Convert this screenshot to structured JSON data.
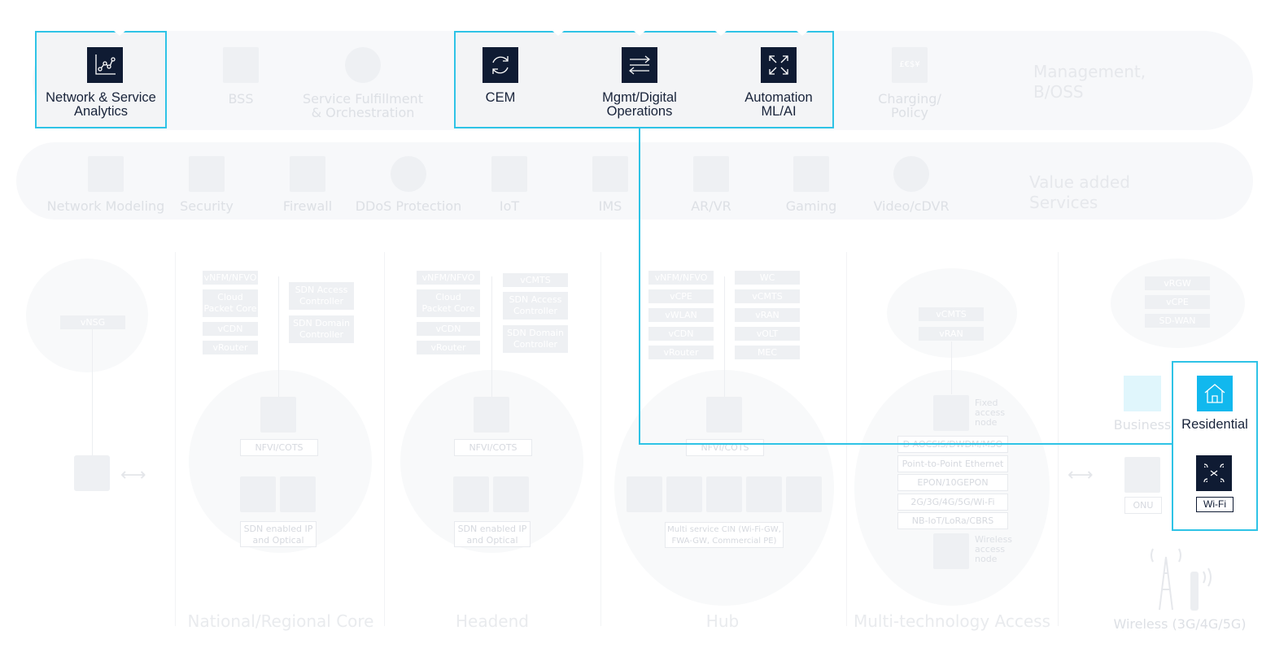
{
  "management": {
    "heading": "Management,\nB/OSS",
    "items": [
      {
        "label": "Network & Service\nAnalytics",
        "highlight": true
      },
      {
        "label": "BSS",
        "highlight": false
      },
      {
        "label": "Service Fulfillment\n& Orchestration",
        "highlight": false
      },
      {
        "label": "CEM",
        "highlight": true
      },
      {
        "label": "Mgmt/Digital\nOperations",
        "highlight": true
      },
      {
        "label": "Automation\nML/AI",
        "highlight": true
      },
      {
        "label": "Charging/\nPolicy",
        "highlight": false
      },
      {
        "label": "£€$¥",
        "highlight": false
      }
    ]
  },
  "value_added": {
    "heading": "Value added\nServices",
    "items": [
      "Network Modeling",
      "Security",
      "Firewall",
      "DDoS Protection",
      "IoT",
      "IMS",
      "AR/VR",
      "Gaming",
      "Video/cDVR"
    ]
  },
  "edge": {
    "vnsg": "vNSG"
  },
  "core": {
    "title": "National/Regional Core",
    "left_stack": [
      "vNFM/NFVO",
      "Cloud\nPacket Core",
      "vCDN",
      "vRouter"
    ],
    "right_stack": [
      "SDN Access\nController",
      "SDN Domain\nController"
    ],
    "nfvi": "NFVI/COTS",
    "sdn": "SDN enabled IP\nand Optical"
  },
  "headend": {
    "title": "Headend",
    "left_stack": [
      "vNFM/NFVO",
      "Cloud\nPacket Core",
      "vCDN",
      "vRouter"
    ],
    "right_stack": [
      "vCMTS",
      "SDN Access\nController",
      "SDN Domain\nController"
    ],
    "nfvi": "NFVI/COTS",
    "sdn": "SDN enabled IP\nand Optical"
  },
  "hub": {
    "title": "Hub",
    "left_stack": [
      "vNFM/NFVO",
      "vCPE",
      "vWLAN",
      "vCDN",
      "vRouter"
    ],
    "right_stack": [
      "WC",
      "vCMTS",
      "vRAN",
      "vOLT",
      "MEC"
    ],
    "nfvi": "NFVI/COTS",
    "cin": "Multi service CIN (Wi-Fi-GW,\nFWA-GW, Commercial PE)"
  },
  "access": {
    "title": "Multi-technology Access",
    "stack": [
      "vCMTS",
      "vRAN"
    ],
    "fixed_node": "Fixed\naccess\nnode",
    "techs": [
      "D AOCSIS/DWDM/MSO",
      "Point-to-Point Ethernet",
      "EPON/10GEPON",
      "2G/3G/4G/5G/Wi-Fi",
      "NB-IoT/LoRa/CBRS"
    ],
    "wireless_node": "Wireless\naccess\nnode"
  },
  "customer": {
    "stack": [
      "vRGW",
      "vCPE",
      "SD-WAN"
    ],
    "business": "Business",
    "residential": "Residential",
    "wifi": "Wi-Fi",
    "onu": "ONU",
    "wireless": "Wireless (3G/4G/5G)"
  },
  "colors": {
    "highlight_border": "#2ec3e6",
    "dark_icon": "#0f1b33",
    "residential_icon": "#11b8ee"
  }
}
